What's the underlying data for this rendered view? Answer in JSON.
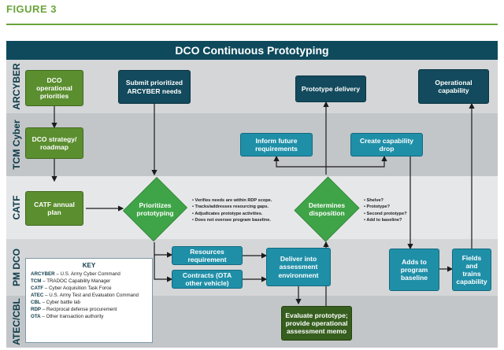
{
  "figure_label": "FIGURE 3",
  "title": "DCO Continuous Prototyping",
  "lanes": [
    {
      "id": "arcyber",
      "label": "ARCYBER",
      "color": "#d4d6d8"
    },
    {
      "id": "tcm",
      "label": "TCM Cyber",
      "color": "#c3c6c9"
    },
    {
      "id": "catf",
      "label": "CATF",
      "color": "#e6e7e8"
    },
    {
      "id": "pmdco",
      "label": "PM DCO",
      "color": "#d4d6d8"
    },
    {
      "id": "atec",
      "label": "ATEC/CBL",
      "color": "#c3c6c9"
    }
  ],
  "nodes": {
    "dco_priorities": "DCO operational priorities",
    "submit_needs": "Submit prioritized ARCYBER needs",
    "prototype_delivery": "Prototype delivery",
    "operational_capability": "Operational capability",
    "strategy_roadmap": "DCO strategy/ roadmap",
    "inform_requirements": "Inform future requirements",
    "create_drop": "Create capability drop",
    "catf_plan": "CATF annual plan",
    "prioritizes": "Prioritizes prototyping",
    "determines": "Determines disposition",
    "resources": "Resources requirement",
    "contracts": "Contracts (OTA other vehicle)",
    "deliver": "Deliver into assessment environment",
    "adds_baseline": "Adds to program baseline",
    "fields_trains": "Fields and trains capability",
    "evaluate": "Evaluate prototype; provide operational assessment memo"
  },
  "prioritize_notes": [
    "Verifies needs are within RDP scope.",
    "Tracks/addresses resourcing gaps.",
    "Adjudicates prototype activities.",
    "Does not oversee program baseline."
  ],
  "disposition_options": [
    "Shelve?",
    "Prototype?",
    "Second prototype?",
    "Add to baseline?"
  ],
  "key": {
    "title": "KEY",
    "entries": [
      {
        "abbr": "ARCYBER",
        "def": "– U.S. Army Cyber Command"
      },
      {
        "abbr": "TCM",
        "def": "– TRADOC Capability Manager"
      },
      {
        "abbr": "CATF",
        "def": "– Cyber Acquisition Task Force"
      },
      {
        "abbr": "ATEC",
        "def": "– U.S. Army Test and Evaluation Command"
      },
      {
        "abbr": "CBL",
        "def": "– Cyber battle lab"
      },
      {
        "abbr": "RDP",
        "def": "– Reciprocal defense procurement"
      },
      {
        "abbr": "OTA",
        "def": "– Other transaction authority"
      }
    ]
  }
}
